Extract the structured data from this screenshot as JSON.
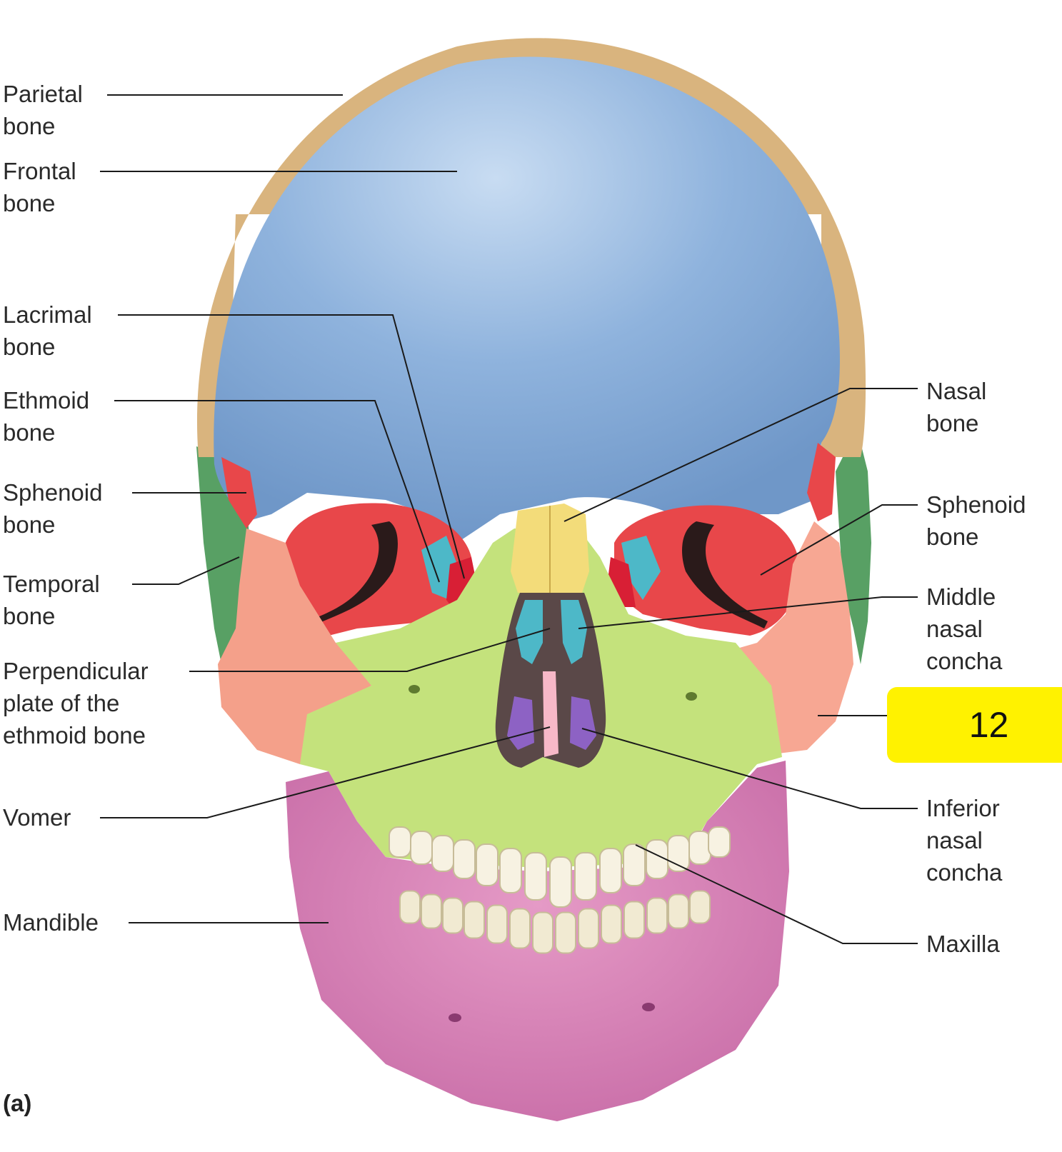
{
  "labels": {
    "parietal": "Parietal\nbone",
    "frontal": "Frontal\nbone",
    "lacrimal": "Lacrimal\nbone",
    "ethmoid": "Ethmoid\nbone",
    "sphenoid_left": "Sphenoid\nbone",
    "temporal": "Temporal\nbone",
    "perpendicular": "Perpendicular\nplate of the\nethmoid bone",
    "vomer": "Vomer",
    "mandible": "Mandible",
    "nasal": "Nasal\nbone",
    "sphenoid_right": "Sphenoid\nbone",
    "middle_concha": "Middle\nnasal\nconcha",
    "inferior_concha": "Inferior\nnasal\nconcha",
    "maxilla": "Maxilla"
  },
  "answer_box": {
    "text": "12",
    "color": "#fff200"
  },
  "figure_label": "(a)",
  "colors": {
    "frontal": "#7fa8d8",
    "parietal": "#d9b47e",
    "sphenoid": "#e8474a",
    "temporal": "#f4a08a",
    "zygomatic": "#f7a793",
    "maxilla": "#c4e27c",
    "nasal": "#f3dc7a",
    "ethmoid": "#4db8c8",
    "lacrimal": "#d81f35",
    "mandible": "#d97fb8",
    "concha": "#8d62c4",
    "vomer": "#f7b8c8",
    "occipital_side": "#58a064",
    "cavity": "#5a4848",
    "teeth": "#f7f2e2"
  }
}
